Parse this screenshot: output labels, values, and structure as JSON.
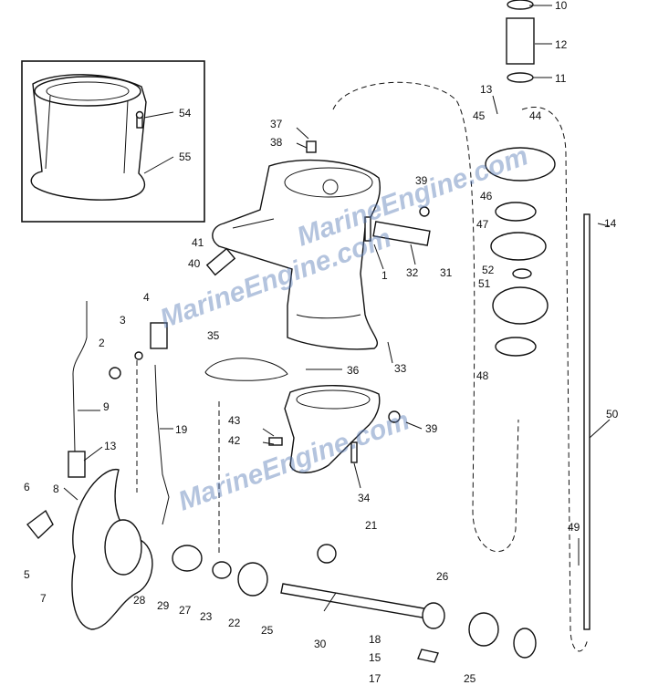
{
  "watermark": [
    "MarineEngine.com",
    "MarineEngine.com",
    "MarineEngine.com"
  ],
  "callouts": {
    "p1": "1",
    "p2": "2",
    "p3": "3",
    "p4": "4",
    "p5": "5",
    "p6": "6",
    "p7": "7",
    "p8": "8",
    "p9": "9",
    "p10": "10",
    "p11": "11",
    "p12": "12",
    "p13a": "13",
    "p13b": "13",
    "p14": "14",
    "p15": "15",
    "p17": "17",
    "p18": "18",
    "p19": "19",
    "p21": "21",
    "p22": "22",
    "p23": "23",
    "p25a": "25",
    "p25b": "25",
    "p26": "26",
    "p27": "27",
    "p28": "28",
    "p29": "29",
    "p30": "30",
    "p31": "31",
    "p32": "32",
    "p33": "33",
    "p34": "34",
    "p35": "35",
    "p36": "36",
    "p37": "37",
    "p38": "38",
    "p39a": "39",
    "p39b": "39",
    "p40": "40",
    "p41": "41",
    "p42": "42",
    "p43": "43",
    "p44": "44",
    "p45": "45",
    "p46": "46",
    "p47": "47",
    "p48": "48",
    "p49": "49",
    "p50": "50",
    "p51": "51",
    "p52": "52",
    "p54": "54",
    "p55": "55"
  }
}
